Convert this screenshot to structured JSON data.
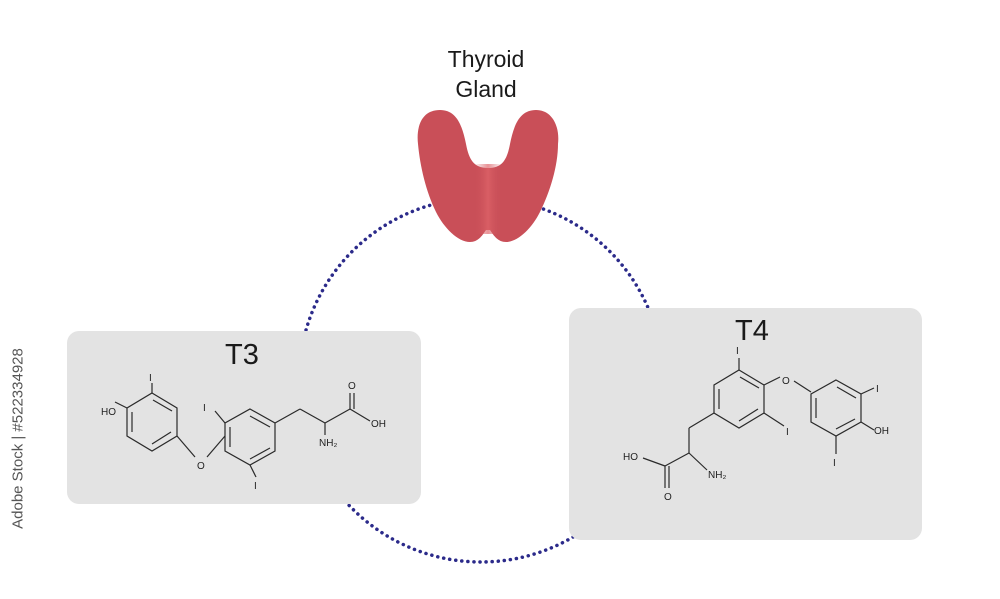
{
  "gland": {
    "title_line1": "Thyroid",
    "title_line2": "Gland",
    "color": "#c94f58"
  },
  "cycle_ring": {
    "color": "#2b2a8a",
    "style": "dotted"
  },
  "panels": {
    "background": "#e3e3e3",
    "t3": {
      "title": "T3",
      "labels": [
        "HO",
        "I",
        "I",
        "O",
        "I",
        "NH₂",
        "O",
        "OH"
      ]
    },
    "t4": {
      "title": "T4",
      "labels": [
        "I",
        "O",
        "I",
        "I",
        "OH",
        "I",
        "HO",
        "NH₂",
        "O"
      ]
    }
  },
  "watermark": {
    "text": "Adobe Stock | #522334928"
  }
}
